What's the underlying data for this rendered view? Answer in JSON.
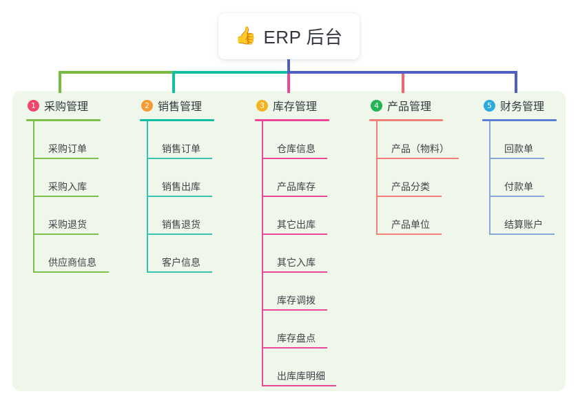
{
  "root": {
    "icon": "thumbs-up-icon",
    "icon_glyph": "👍",
    "title": "ERP 后台"
  },
  "panel": {
    "background": "#eef7e9"
  },
  "connectors": {
    "root_drop_color": "#4f5fc4",
    "segments": [
      {
        "name": "bus-green",
        "color": "#77bb41"
      },
      {
        "name": "bus-teal",
        "color": "#13bfa0"
      },
      {
        "name": "bus-blue",
        "color": "#4f5fc4"
      }
    ]
  },
  "columns": [
    {
      "number": "1",
      "badge_color": "#f2456b",
      "rule_color": "#7cc04a",
      "line_color": "#7cc04a",
      "title": "采购管理",
      "items": [
        {
          "label": "采购订单",
          "width": 95
        },
        {
          "label": "采购入库",
          "width": 95
        },
        {
          "label": "采购退货",
          "width": 95
        },
        {
          "label": "供应商信息",
          "width": 110
        }
      ]
    },
    {
      "number": "2",
      "badge_color": "#f79a32",
      "rule_color": "#13bfa0",
      "line_color": "#35c4b0",
      "title": "销售管理",
      "items": [
        {
          "label": "销售订单",
          "width": 95
        },
        {
          "label": "销售出库",
          "width": 95
        },
        {
          "label": "销售退货",
          "width": 95
        },
        {
          "label": "客户信息",
          "width": 95
        }
      ]
    },
    {
      "number": "3",
      "badge_color": "#f5b324",
      "rule_color": "#ec4899",
      "line_color": "#ec4899",
      "title": "库存管理",
      "items": [
        {
          "label": "仓库信息",
          "width": 95
        },
        {
          "label": "产品库存",
          "width": 95
        },
        {
          "label": "其它出库",
          "width": 95
        },
        {
          "label": "其它入库",
          "width": 95
        },
        {
          "label": "库存调拨",
          "width": 95
        },
        {
          "label": "库存盘点",
          "width": 95
        },
        {
          "label": "出库库明细",
          "width": 108
        }
      ]
    },
    {
      "number": "4",
      "badge_color": "#22b455",
      "rule_color": "#f4807a",
      "line_color": "#f4807a",
      "title": "产品管理",
      "items": [
        {
          "label": "产品（物料）",
          "width": 120
        },
        {
          "label": "产品分类",
          "width": 95
        },
        {
          "label": "产品单位",
          "width": 95
        }
      ]
    },
    {
      "number": "5",
      "badge_color": "#29abe2",
      "rule_color": "#5b7fd4",
      "line_color": "#8aa4dc",
      "title": "财务管理",
      "items": [
        {
          "label": "回款单",
          "width": 80
        },
        {
          "label": "付款单",
          "width": 80
        },
        {
          "label": "结算账户",
          "width": 95
        }
      ]
    }
  ]
}
